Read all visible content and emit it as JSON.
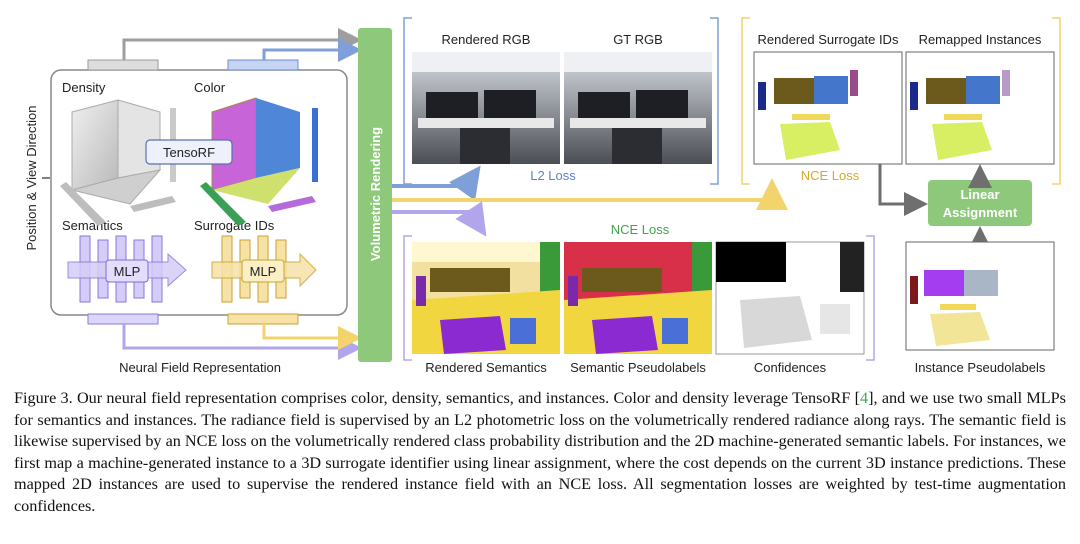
{
  "input_label": "Position & View Direction",
  "neural_field": {
    "title": "Neural Field Representation",
    "density": "Density",
    "color": "Color",
    "tensorf": "TensoRF",
    "semantics": "Semantics",
    "surrogate_ids": "Surrogate IDs",
    "mlp": "MLP"
  },
  "volumetric_rendering": "Volumetric Rendering",
  "rgb_panel": {
    "rendered_rgb": "Rendered RGB",
    "gt_rgb": "GT RGB",
    "loss": "L2 Loss"
  },
  "semantic_panel": {
    "loss": "NCE Loss",
    "rendered_semantics": "Rendered Semantics",
    "semantic_pseudolabels": "Semantic Pseudolabels",
    "confidences": "Confidences"
  },
  "instance_panel": {
    "rendered_surrogate_ids": "Rendered Surrogate IDs",
    "remapped_instances": "Remapped Instances",
    "loss": "NCE Loss",
    "linear_assignment_line1": "Linear",
    "linear_assignment_line2": "Assignment",
    "instance_pseudolabels": "Instance Pseudolabels"
  },
  "caption": {
    "before_ref": "Figure 3. Our neural field representation comprises color, density, semantics, and instances. Color and density leverage TensoRF [",
    "ref": "4",
    "after_ref": "], and we use two small MLPs for semantics and instances. The radiance field is supervised by an L2 photometric loss on the volumetrically rendered radiance along rays. The semantic field is likewise supervised by an NCE loss on the volumetrically rendered class probability distribution and the 2D machine-generated semantic labels. For instances, we first map a machine-generated instance to a 3D surrogate identifier using linear assignment, where the cost depends on the current 3D instance predictions. These mapped 2D instances are used to supervise the rendered instance field with an NCE loss. All segmentation losses are weighted by test-time augmentation confidences."
  },
  "colors": {
    "gray": "#9e9e9e",
    "blue": "#7f9fd8",
    "purple": "#b3a5ec",
    "yellow": "#f3d36b",
    "green": "#8ec97b",
    "dark_gray": "#6f6f6f"
  }
}
